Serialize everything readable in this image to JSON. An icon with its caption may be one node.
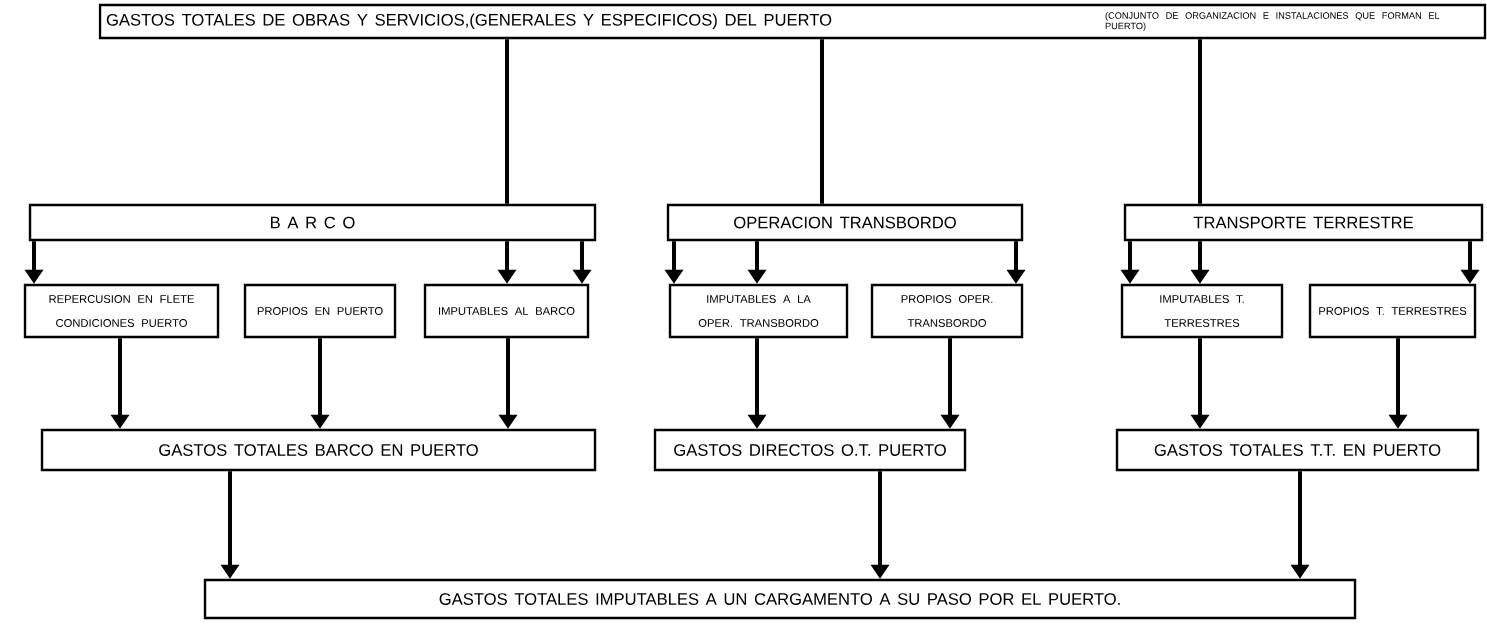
{
  "diagram": {
    "nodes": [
      {
        "text": [
          "GASTOS TOTALES DE OBRAS Y SERVICIOS,(GENERALES Y ESPECIFICOS) DEL PUERTO",
          "(CONJUNTO DE ORGANIZACION E INSTALACIONES QUE FORMAN EL PUERTO)"
        ]
      },
      {
        "text": [
          "B A R C O"
        ]
      },
      {
        "text": [
          "OPERACION TRANSBORDO"
        ]
      },
      {
        "text": [
          "TRANSPORTE TERRESTRE"
        ]
      },
      {
        "text": [
          "REPERCUSION EN FLETE CONDICIONES PUERTO"
        ]
      },
      {
        "text": [
          "PROPIOS EN PUERTO"
        ]
      },
      {
        "text": [
          "IMPUTABLES AL BARCO"
        ]
      },
      {
        "text": [
          "IMPUTABLES A LA OPER. TRANSBORDO"
        ]
      },
      {
        "text": [
          "PROPIOS OPER. TRANSBORDO"
        ]
      },
      {
        "text": [
          "IMPUTABLES T. TERRESTRES"
        ]
      },
      {
        "text": [
          "PROPIOS T. TERRESTRES"
        ]
      },
      {
        "text": [
          "GASTOS TOTALES BARCO EN PUERTO"
        ]
      },
      {
        "text": [
          "GASTOS DIRECTOS O.T. PUERTO"
        ]
      },
      {
        "text": [
          "GASTOS TOTALES T.T. EN PUERTO"
        ]
      },
      {
        "text": [
          "GASTOS TOTALES IMPUTABLES A UN CARGAMENTO A SU PASO POR EL PUERTO."
        ]
      }
    ],
    "edges": [
      {
        "from": 0,
        "to": 1,
        "arrow": "none"
      },
      {
        "from": 0,
        "to": 2,
        "arrow": "none"
      },
      {
        "from": 0,
        "to": 3,
        "arrow": "none"
      },
      {
        "from": 1,
        "to": 4,
        "arrow": "to"
      },
      {
        "from": 1,
        "to": 6,
        "arrow": "to"
      },
      {
        "from": 1,
        "to": 6,
        "arrow": "to"
      },
      {
        "from": 2,
        "to": 7,
        "arrow": "to"
      },
      {
        "from": 2,
        "to": 7,
        "arrow": "to"
      },
      {
        "from": 2,
        "to": 8,
        "arrow": "to"
      },
      {
        "from": 3,
        "to": 9,
        "arrow": "to"
      },
      {
        "from": 3,
        "to": 9,
        "arrow": "to"
      },
      {
        "from": 3,
        "to": 10,
        "arrow": "to"
      },
      {
        "from": 4,
        "to": 11,
        "arrow": "to"
      },
      {
        "from": 5,
        "to": 11,
        "arrow": "to"
      },
      {
        "from": 6,
        "to": 11,
        "arrow": "to"
      },
      {
        "from": 7,
        "to": 12,
        "arrow": "to"
      },
      {
        "from": 8,
        "to": 12,
        "arrow": "to"
      },
      {
        "from": 9,
        "to": 13,
        "arrow": "to"
      },
      {
        "from": 10,
        "to": 13,
        "arrow": "to"
      },
      {
        "from": 11,
        "to": 14,
        "arrow": "to"
      },
      {
        "from": 12,
        "to": 14,
        "arrow": "to"
      },
      {
        "from": 13,
        "to": 14,
        "arrow": "to"
      }
    ]
  }
}
